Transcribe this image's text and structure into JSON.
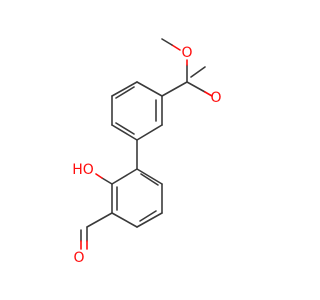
{
  "colors": {
    "background": "#ffffff",
    "carbon_bond": "#3a3a3a",
    "oxygen": "#ff0d0d"
  },
  "atoms": {
    "ester_carbonyl_o": "O",
    "ester_ether_o": "O",
    "hydroxyl": "HO",
    "aldehyde_o": "O"
  }
}
